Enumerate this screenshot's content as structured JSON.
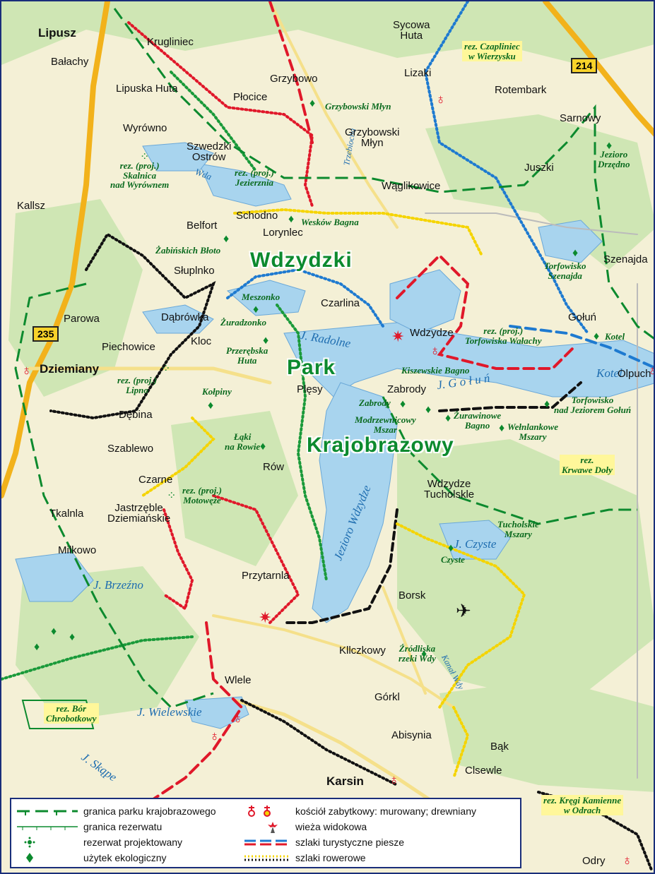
{
  "region_labels": {
    "park_word_1": "Wdzydzki",
    "park_word_2": "Park",
    "park_word_3": "Krajobrazowy"
  },
  "road_numbers": [
    "235",
    "214"
  ],
  "places": [
    {
      "key": "lipusz",
      "name": "Lipusz"
    },
    {
      "key": "balachy",
      "name": "Bałachy"
    },
    {
      "key": "krugliniec",
      "name": "Krugliniec"
    },
    {
      "key": "sycowa",
      "name": "Sycowa\nHuta"
    },
    {
      "key": "lizaki",
      "name": "Lizaki"
    },
    {
      "key": "grzybowo",
      "name": "Grzybowo"
    },
    {
      "key": "rotembark",
      "name": "Rotembark"
    },
    {
      "key": "lipuskahuta",
      "name": "Lipuska Huta"
    },
    {
      "key": "plocice",
      "name": "Płocice"
    },
    {
      "key": "sarnowy",
      "name": "Sarnowy"
    },
    {
      "key": "wyrowno",
      "name": "Wyrówno"
    },
    {
      "key": "grzybowskimlyn",
      "name": "Grzybowski\nMłyn"
    },
    {
      "key": "szwedzki",
      "name": "Szwedzki\nOstrów"
    },
    {
      "key": "juszki",
      "name": "Juszki"
    },
    {
      "key": "waglikowice",
      "name": "Wąglikowice"
    },
    {
      "key": "kalisz",
      "name": "Kallsz"
    },
    {
      "key": "schodno",
      "name": "Schodno"
    },
    {
      "key": "belfort",
      "name": "Belfort"
    },
    {
      "key": "lorynlec",
      "name": "Lorynlec"
    },
    {
      "key": "szenajda",
      "name": "Szenajda"
    },
    {
      "key": "slupinko",
      "name": "Słuplnko"
    },
    {
      "key": "czarlina",
      "name": "Czarlina"
    },
    {
      "key": "parowa",
      "name": "Parowa"
    },
    {
      "key": "dabrowka",
      "name": "Dąbrówka"
    },
    {
      "key": "golun",
      "name": "Gołuń"
    },
    {
      "key": "wdzydze",
      "name": "Wdzydze"
    },
    {
      "key": "kloc",
      "name": "Kloc"
    },
    {
      "key": "piechowice",
      "name": "Piechowice"
    },
    {
      "key": "dziemiany",
      "name": "Dziemiany"
    },
    {
      "key": "olpuch",
      "name": "Olpuch"
    },
    {
      "key": "plesy",
      "name": "Plęsy"
    },
    {
      "key": "zabrody",
      "name": "Zabrody"
    },
    {
      "key": "debina",
      "name": "Dębina"
    },
    {
      "key": "szablewo",
      "name": "Szablewo"
    },
    {
      "key": "czarne",
      "name": "Czarne"
    },
    {
      "key": "row",
      "name": "Rów"
    },
    {
      "key": "wdzydzetuch",
      "name": "Wdzydze\nTucholskle"
    },
    {
      "key": "tkalnia",
      "name": "Tkalnla"
    },
    {
      "key": "jastrzeble",
      "name": "Jastrzęble\nDziemiańskie"
    },
    {
      "key": "milkowo",
      "name": "Milkowo"
    },
    {
      "key": "przytarnia",
      "name": "Przytarnla"
    },
    {
      "key": "borsk",
      "name": "Borsk"
    },
    {
      "key": "kliczkowy",
      "name": "Kllczkowy"
    },
    {
      "key": "wiele",
      "name": "Wlele"
    },
    {
      "key": "gorki",
      "name": "Górkl"
    },
    {
      "key": "abisynia",
      "name": "Abisynia"
    },
    {
      "key": "bak",
      "name": "Bąk"
    },
    {
      "key": "cisewie",
      "name": "Clsewle"
    },
    {
      "key": "karsin",
      "name": "Karsin"
    },
    {
      "key": "odry",
      "name": "Odry"
    }
  ],
  "reserves": [
    {
      "key": "czapliniec",
      "name": "rez. Czapliniec\nw Wierzysku",
      "highlight": true
    },
    {
      "key": "grzmlyn",
      "name": "Grzybowski Młyn",
      "highlight": false
    },
    {
      "key": "drzedno",
      "name": "Jezioro\nDrzędno",
      "highlight": false
    },
    {
      "key": "skalnica",
      "name": "rez. (proj.)\nSkalnica\nnad Wyrównem",
      "highlight": false
    },
    {
      "key": "jezierznia",
      "name": "rez. (proj.)\nJezierznia",
      "highlight": false
    },
    {
      "key": "weskow",
      "name": "Wesków Bagna",
      "highlight": false
    },
    {
      "key": "zabinskich",
      "name": "Żabińskich Błoto",
      "highlight": false
    },
    {
      "key": "torfszen",
      "name": "Torfowisko\nSzenajda",
      "highlight": false
    },
    {
      "key": "meszonko",
      "name": "Meszonko",
      "highlight": false
    },
    {
      "key": "zuradzonko",
      "name": "Żuradzonko",
      "highlight": false
    },
    {
      "key": "torfwal",
      "name": "rez. (proj.)\nTorfowiska Wałachy",
      "highlight": false
    },
    {
      "key": "kotelres",
      "name": "Kotel",
      "highlight": false
    },
    {
      "key": "przer",
      "name": "Przerębska\nHuta",
      "highlight": false
    },
    {
      "key": "kiszewskie",
      "name": "Kiszewskie Bagno",
      "highlight": false
    },
    {
      "key": "lipno",
      "name": "rez. (proj.)\nLipno",
      "highlight": false
    },
    {
      "key": "kolpiny",
      "name": "Kołpiny",
      "highlight": false
    },
    {
      "key": "zabrodyres",
      "name": "Zabrody",
      "highlight": false
    },
    {
      "key": "torfgolun",
      "name": "Torfowisko\nnad Jeziorem Gołuń",
      "highlight": false
    },
    {
      "key": "modrz",
      "name": "Modrzewnicowy\nMszar",
      "highlight": false
    },
    {
      "key": "zuraw",
      "name": "Żurawinowe\nBagno",
      "highlight": false
    },
    {
      "key": "welnian",
      "name": "Wełnlankowe\nMszary",
      "highlight": false
    },
    {
      "key": "laki",
      "name": "Łąki\nna Rowie",
      "highlight": false
    },
    {
      "key": "krwawe",
      "name": "rez.\nKrwawe Doły",
      "highlight": true
    },
    {
      "key": "motowe",
      "name": "rez. (proj.)\nMotowęże",
      "highlight": false
    },
    {
      "key": "tuchmsz",
      "name": "Tucholskie\nMszary",
      "highlight": false
    },
    {
      "key": "czyste",
      "name": "Czyste",
      "highlight": false
    },
    {
      "key": "zrodliska",
      "name": "Źródliska\nrzeki Wdy",
      "highlight": false
    },
    {
      "key": "bor",
      "name": "rez. Bór\nChrobotkowy",
      "highlight": true
    },
    {
      "key": "kregi",
      "name": "rez. Kręgi Kamienne\nw Odrach",
      "highlight": true
    }
  ],
  "water_labels": [
    {
      "key": "radolne",
      "name": "J. Radolne"
    },
    {
      "key": "golunlake",
      "name": "J. G o ł u ń"
    },
    {
      "key": "kotel",
      "name": "Kotel"
    },
    {
      "key": "wdzydzelake",
      "name": "Jezioro Wdzydze"
    },
    {
      "key": "czystelake",
      "name": "J. Czyste"
    },
    {
      "key": "brzezno",
      "name": "J. Brzeźno"
    },
    {
      "key": "wielewskie",
      "name": "J. Wielewskie"
    },
    {
      "key": "skape",
      "name": "J. Skąpe"
    },
    {
      "key": "wda",
      "name": "Wda"
    },
    {
      "key": "trzebiocha",
      "name": "Trzebiocha"
    },
    {
      "key": "kanal",
      "name": "Kanał Wdy"
    }
  ],
  "legend": {
    "items": [
      {
        "key": "park_border",
        "label": "granica parku krajobrazowego"
      },
      {
        "key": "reserve_border",
        "label": "granica rezerwatu"
      },
      {
        "key": "proj_reserve",
        "label": "rezerwat projektowany"
      },
      {
        "key": "eco_use",
        "label": "użytek ekologiczny"
      },
      {
        "key": "church",
        "label": "kościół zabytkowy: murowany; drewniany"
      },
      {
        "key": "tower",
        "label": "wieża widokowa"
      },
      {
        "key": "hiking",
        "label": "szlaki turystyczne piesze"
      },
      {
        "key": "cycling",
        "label": "szlaki rowerowe"
      }
    ]
  },
  "colors": {
    "land": "#f4f0d6",
    "water": "#a8d4ee",
    "forest": "#cfe6b4",
    "park_green": "#0c8a2e",
    "road_major": "#f2b21b",
    "trail_red": "#e0182a",
    "trail_blue": "#1e7ad0",
    "trail_green": "#1a9a3a",
    "trail_black": "#111111",
    "bike_yellow": "#f5d400"
  }
}
